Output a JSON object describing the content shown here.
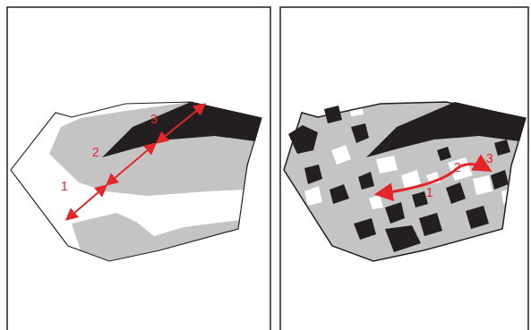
{
  "diagram": {
    "labels": [
      "3",
      "2",
      "1",
      "3",
      "2",
      "1"
    ]
  }
}
